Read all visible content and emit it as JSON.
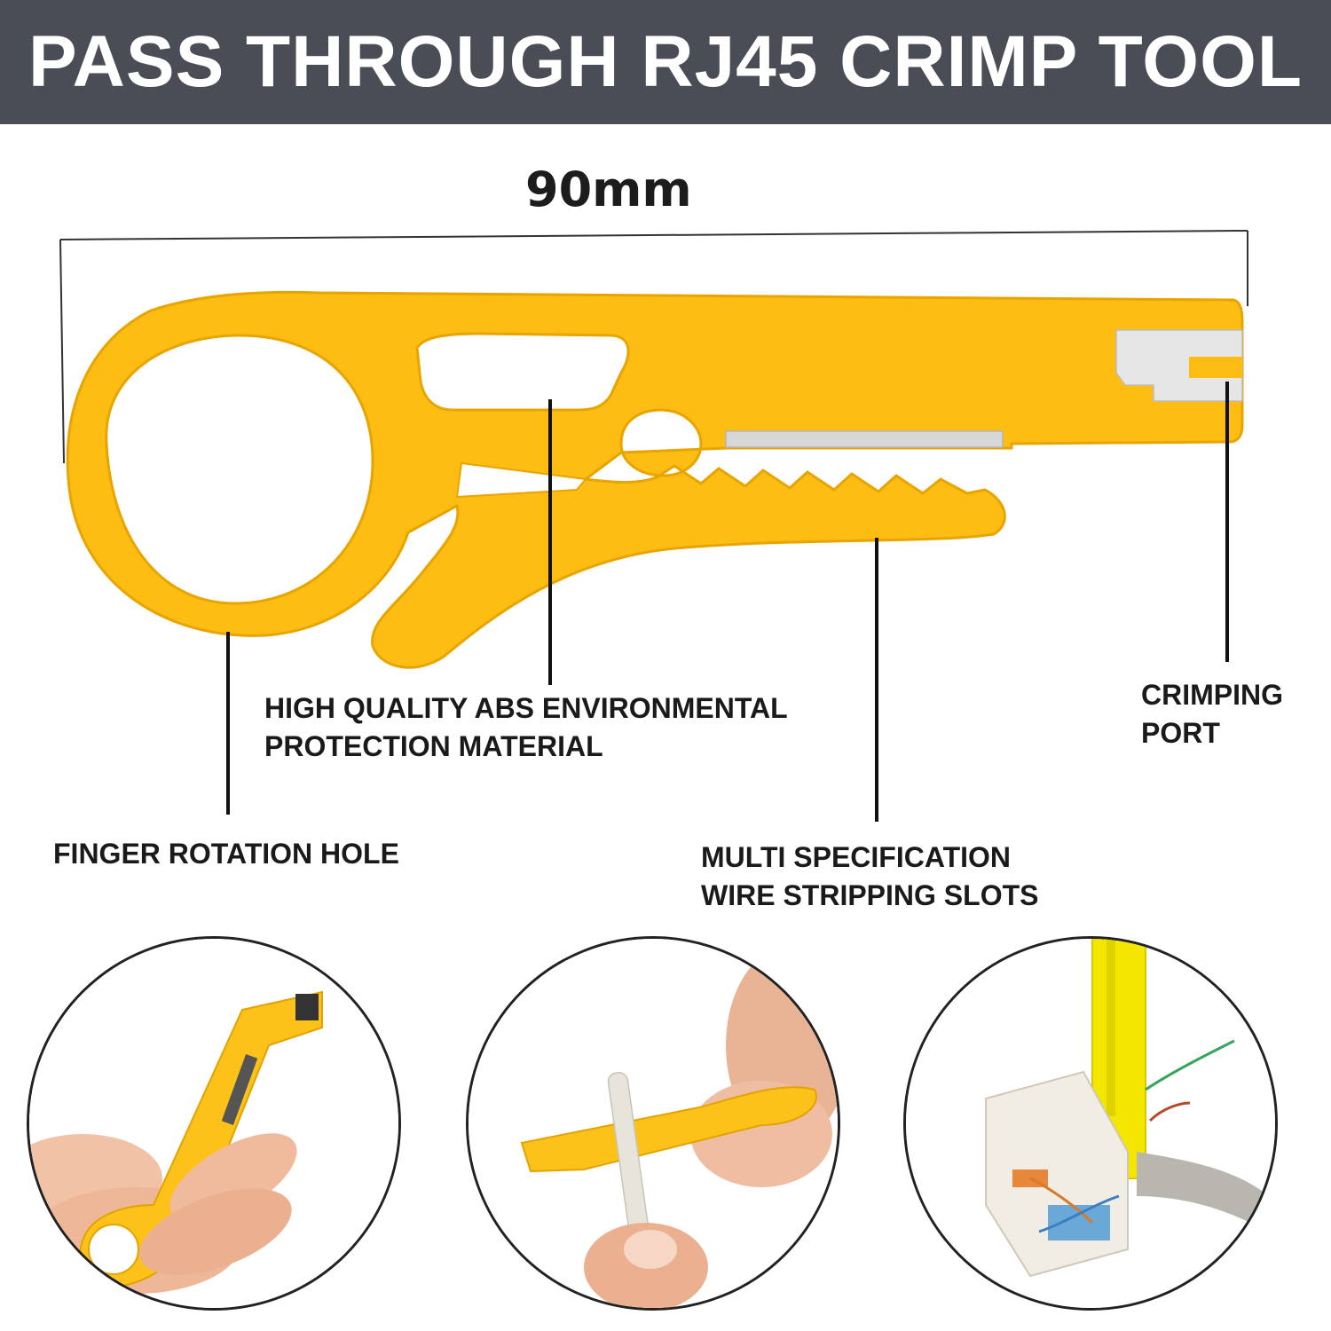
{
  "banner": {
    "title": "PASS THROUGH RJ45 CRIMP TOOL"
  },
  "dimension": {
    "label": "90mm"
  },
  "callouts": {
    "material": {
      "lines": [
        "HIGH QUALITY ABS ENVIRONMENTAL",
        "PROTECTION MATERIAL"
      ]
    },
    "crimping": {
      "lines": [
        "CRIMPING",
        "PORT"
      ]
    },
    "finger": {
      "lines": [
        "FINGER ROTATION HOLE"
      ]
    },
    "slots": {
      "lines": [
        "MULTI SPECIFICATION",
        "WIRE STRIPPING SLOTS"
      ]
    }
  },
  "colors": {
    "banner": "#4a4d55",
    "tool_yellow": "#fdbd12",
    "tool_outline": "#e8a400",
    "text": "#1a1a1a"
  },
  "photos": [
    {
      "icon": "hand-holding-tool-icon"
    },
    {
      "icon": "stripping-cable-icon"
    },
    {
      "icon": "keystone-jack-icon"
    }
  ]
}
